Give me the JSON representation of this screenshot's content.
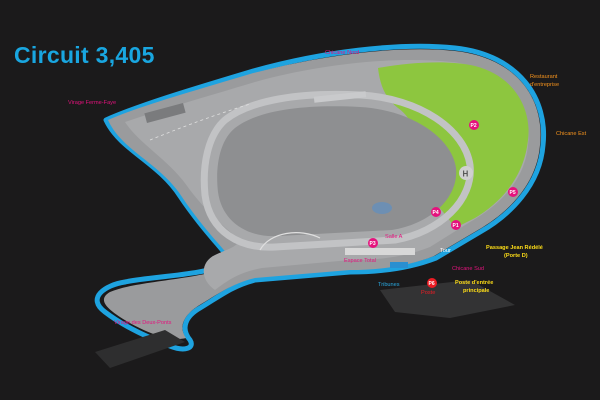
{
  "title": "Circuit 3,405",
  "colors": {
    "background": "#1b1a1b",
    "track_outline": "#1ea3e0",
    "track_surface": "#9fa0a2",
    "infield": "#a6a7a9",
    "grass": "#8dc63f",
    "magenta_label": "#e5127d",
    "orange_label": "#f7941d",
    "yellow_label": "#ffde17",
    "blue_label": "#29a8e0",
    "red_label": "#ed1c24"
  },
  "labels": {
    "chicane_nord": "Chicane Nord",
    "virage_ferme_faye": "Virage Ferme-Faye",
    "restaurant": "Restaurant d'entreprise",
    "chicane_est": "Chicane Est",
    "passage_line1": "Passage Jean Rédélé",
    "passage_line2": "(Porte D)",
    "chicane_sud": "Chicane Sud",
    "salle_a": "Salle A",
    "espace_total": "Espace Total",
    "tribunes": "Tribunes",
    "poste_line1": "Poste d'entrée",
    "poste_line2": "principale",
    "virage_deux_ponts": "Virage des Deux-Ponts",
    "poste_rouge": "Poste",
    "tour": "Tour",
    "heliport": "H"
  },
  "parkings": [
    "P2",
    "P3",
    "P4",
    "P1",
    "P5",
    "P6"
  ]
}
